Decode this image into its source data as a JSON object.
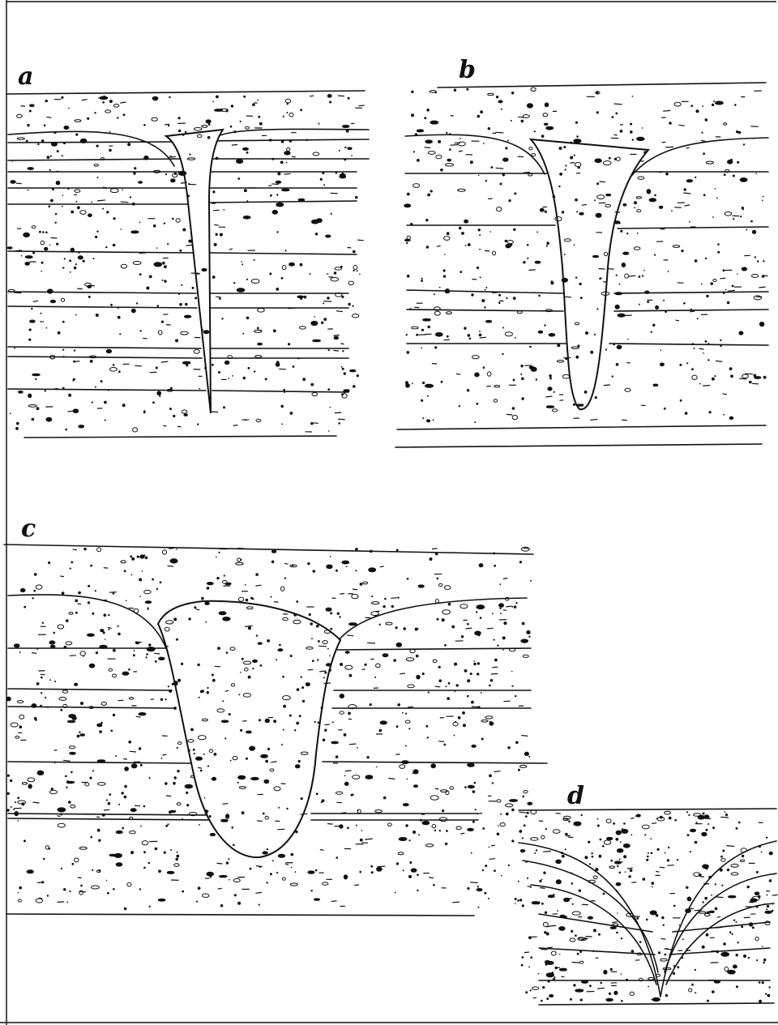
{
  "figure": {
    "panels": [
      {
        "id": "a",
        "label": "a"
      },
      {
        "id": "b",
        "label": "b"
      },
      {
        "id": "c",
        "label": "c"
      },
      {
        "id": "d",
        "label": "d"
      }
    ]
  },
  "colors": {
    "ink": "#111111",
    "paper": "#ffffff"
  }
}
